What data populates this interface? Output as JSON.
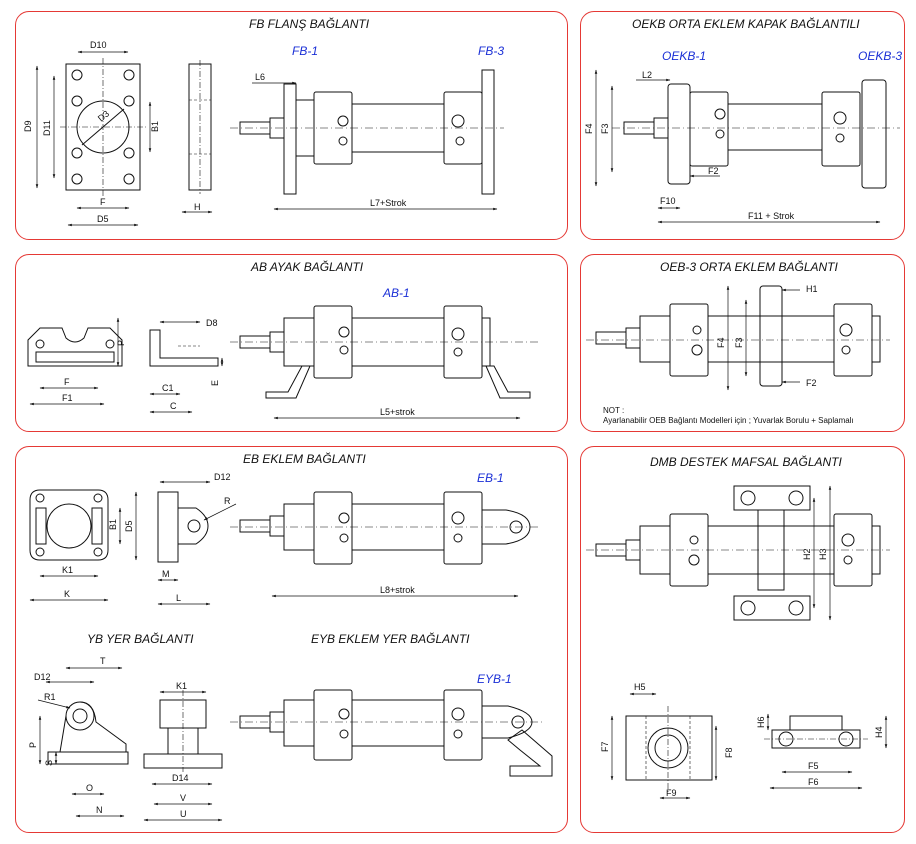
{
  "panels": {
    "fb": {
      "title": "FB FLANŞ BAĞLANTI",
      "model1": "FB-1",
      "model2": "FB-3",
      "dims": [
        "D10",
        "D9",
        "D11",
        "D3",
        "B1",
        "F",
        "D5",
        "H",
        "L6",
        "L7+Strok"
      ]
    },
    "oekb": {
      "title": "OEKB   ORTA EKLEM KAPAK BAĞLANTILI",
      "model1": "OEKB-1",
      "model2": "OEKB-3",
      "dims": [
        "L2",
        "F4",
        "F3",
        "F2",
        "F10",
        "F11 + Strok"
      ]
    },
    "ab": {
      "title": "AB AYAK BAĞLANTI",
      "model1": "AB-1",
      "dims": [
        "P",
        "F",
        "F1",
        "D8",
        "E",
        "C1",
        "C",
        "L5+strok"
      ]
    },
    "oeb": {
      "title": "OEB-3   ORTA EKLEM BAĞLANTI",
      "dims": [
        "H1",
        "F4",
        "F3",
        "F2"
      ],
      "note_line1": "NOT :",
      "note_line2": "Ayarlanabilir OEB Bağlantı Modelleri için ; Yuvarlak Borulu + Saplamalı"
    },
    "eb": {
      "title": "EB  EKLEM BAĞLANTI",
      "model1": "EB-1",
      "dims": [
        "B1",
        "D5",
        "K1",
        "K",
        "D12",
        "R",
        "M",
        "L",
        "L8+strok"
      ]
    },
    "yb": {
      "title": "YB  YER BAĞLANTI",
      "dims": [
        "T",
        "D12",
        "R1",
        "P",
        "S",
        "O",
        "N",
        "K1",
        "D14",
        "V",
        "U"
      ]
    },
    "eyb": {
      "title": "EYB  EKLEM YER BAĞLANTI",
      "model1": "EYB-1"
    },
    "dmb": {
      "title": "DMB   DESTEK MAFSAL  BAĞLANTI",
      "dims": [
        "H2",
        "H3",
        "H5",
        "F7",
        "F8",
        "F9",
        "H6",
        "H4",
        "F5",
        "F6"
      ]
    }
  },
  "colors": {
    "border": "#e53935",
    "model_label": "#1a2fd6",
    "line": "#111111"
  }
}
